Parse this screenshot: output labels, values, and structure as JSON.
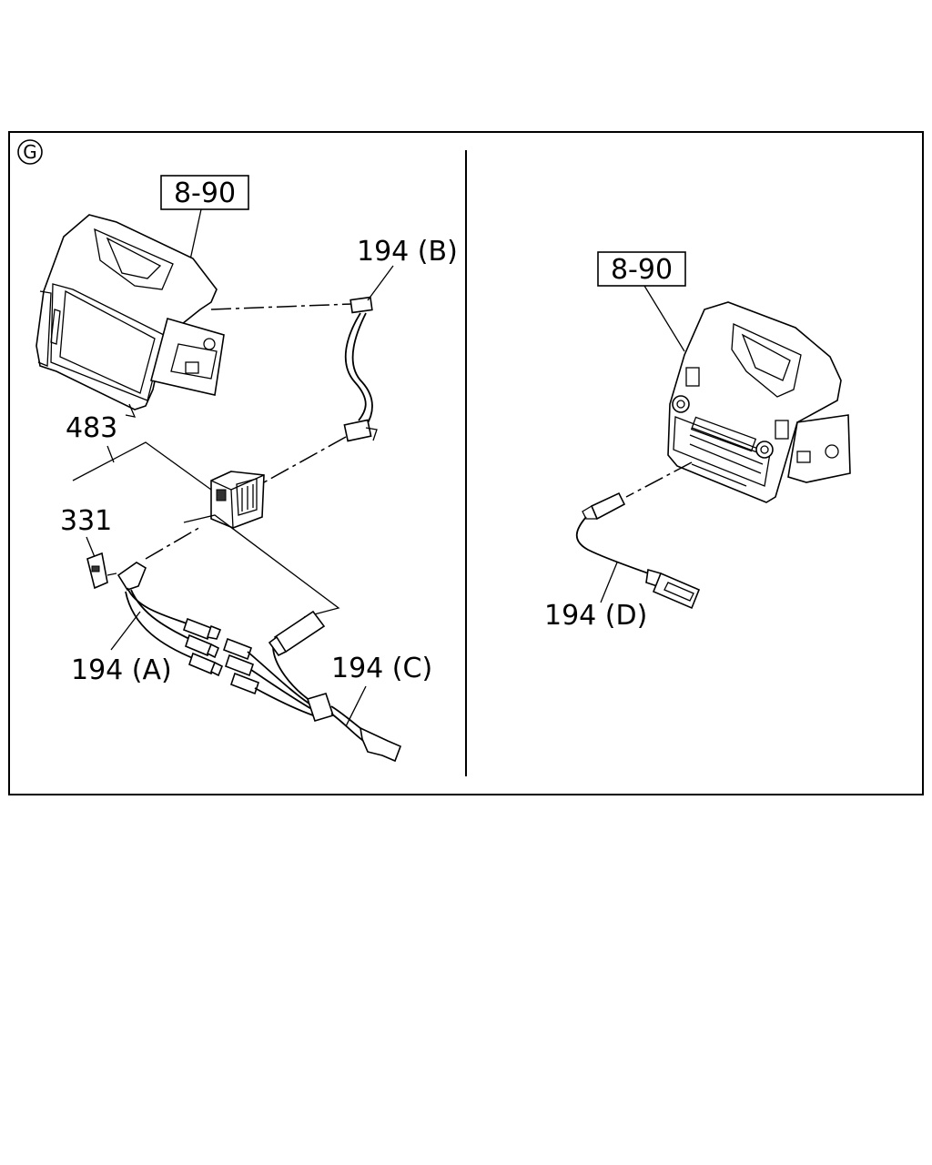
{
  "section_marker": "G",
  "left_panel": {
    "unit_ref": "8-90",
    "labels": {
      "harness_b": "194 (B)",
      "part_483": "483",
      "part_331": "331",
      "harness_a": "194 (A)",
      "harness_c": "194 (C)"
    }
  },
  "right_panel": {
    "unit_ref": "8-90",
    "labels": {
      "harness_d": "194 (D)"
    }
  }
}
